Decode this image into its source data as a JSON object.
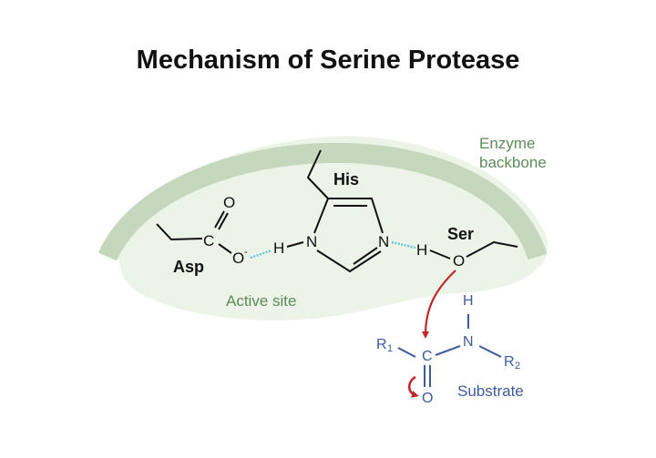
{
  "title": "Mechanism of Serine Protease",
  "labels": {
    "enzyme_backbone_line1": "Enzyme",
    "enzyme_backbone_line2": "backbone",
    "active_site": "Active site",
    "substrate": "Substrate",
    "asp": "Asp",
    "his": "His",
    "ser": "Ser"
  },
  "atoms": {
    "asp_carbonyl_o": "O",
    "asp_c": "C",
    "asp_o_minus": "O",
    "asp_charge": "-",
    "his_h_left": "H",
    "his_n_left": "N",
    "his_n_right": "N",
    "ser_h": "H",
    "ser_o": "O",
    "sub_h": "H",
    "sub_n": "N",
    "sub_c": "C",
    "sub_o": "O",
    "sub_r1": "R",
    "sub_r1_sub": "1",
    "sub_r2": "R",
    "sub_r2_sub": "2"
  },
  "colors": {
    "backbone": "#c5d8bd",
    "active_site_fill": "#ecf4e8",
    "label_green": "#5e8a5a",
    "hbond": "#6cc6dc",
    "arrow_red": "#c0272d",
    "substrate_blue": "#3d5a9c",
    "bond_black": "#111111"
  }
}
